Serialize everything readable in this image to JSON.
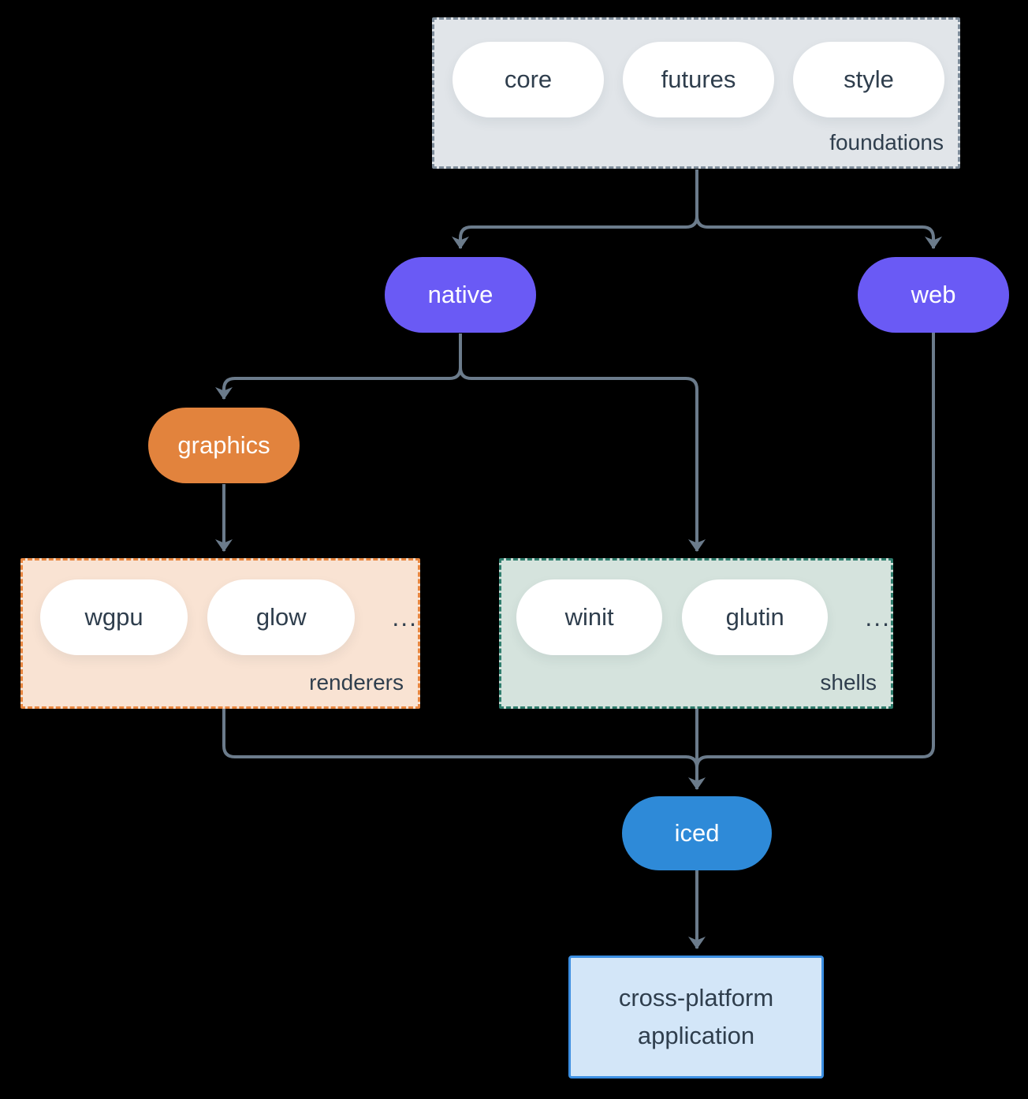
{
  "colors": {
    "background": "#000000",
    "arrow": "#6b7b8b",
    "text_dark": "#2f3e4d",
    "pill_white": "#ffffff",
    "purple": "#6a5af5",
    "orange": "#e2833d",
    "blue": "#2e8ad8",
    "foundations_fill": "#e1e5e9",
    "foundations_border": "#7e8c9a",
    "renderers_fill": "#f9e3d3",
    "renderers_border": "#e8863f",
    "shells_fill": "#d5e3dd",
    "shells_border": "#2f7d6d",
    "app_fill": "#d3e6f8",
    "app_border": "#3c8fe2"
  },
  "groups": {
    "foundations": {
      "label": "foundations",
      "pills": [
        "core",
        "futures",
        "style"
      ]
    },
    "renderers": {
      "label": "renderers",
      "pills": [
        "wgpu",
        "glow"
      ],
      "ellipsis": "..."
    },
    "shells": {
      "label": "shells",
      "pills": [
        "winit",
        "glutin"
      ],
      "ellipsis": "..."
    }
  },
  "nodes": {
    "native": {
      "label": "native"
    },
    "web": {
      "label": "web"
    },
    "graphics": {
      "label": "graphics"
    },
    "iced": {
      "label": "iced"
    },
    "application": {
      "line1": "cross-platform",
      "line2": "application"
    }
  }
}
